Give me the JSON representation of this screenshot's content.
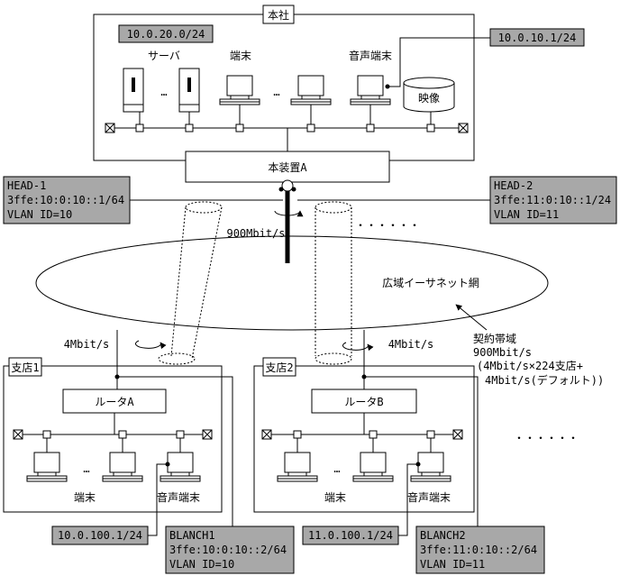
{
  "hq": {
    "title": "本社",
    "subnet": "10.0.20.0/24",
    "server_label": "サーバ",
    "terminal_label": "端末",
    "voice_terminal_label": "音声端末",
    "video_label": "映像",
    "ellipsis": "…",
    "voice_ip": "10.0.10.1/24"
  },
  "device_a": "本装置A",
  "head1": {
    "line1": "HEAD-1",
    "line2": "3ffe:10:0:10::1/64",
    "line3": "VLAN ID=10"
  },
  "head2": {
    "line1": "HEAD-2",
    "line2": "3ffe:11:0:10::1/24",
    "line3": "VLAN ID=11"
  },
  "uplink_speed": "900Mbit/s",
  "more_dots_top": "・・・・・・",
  "wan_label": "広域イーサネット網",
  "contract": {
    "line1": "契約帯域",
    "line2": "900Mbit/s",
    "line3": "(4Mbit/s×224支店+",
    "line4": "4Mbit/s(デフォルト))"
  },
  "branch1": {
    "title": "支店1",
    "router": "ルータA",
    "link_speed": "4Mbit/s",
    "terminal_label": "端末",
    "voice_terminal_label": "音声端末",
    "ellipsis": "…",
    "voice_ip": "10.0.100.1/24",
    "blanch": {
      "line1": "BLANCH1",
      "line2": "3ffe:10:0:10::2/64",
      "line3": "VLAN ID=10"
    }
  },
  "branch2": {
    "title": "支店2",
    "router": "ルータB",
    "link_speed": "4Mbit/s",
    "terminal_label": "端末",
    "voice_terminal_label": "音声端末",
    "ellipsis": "…",
    "voice_ip": "11.0.100.1/24",
    "blanch": {
      "line1": "BLANCH2",
      "line2": "3ffe:11:0:10::2/64",
      "line3": "VLAN ID=11"
    }
  },
  "more_dots_branch": "・・・・・・"
}
